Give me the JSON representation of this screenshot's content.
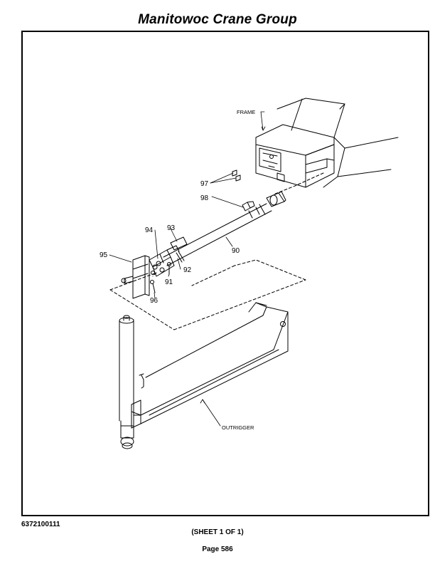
{
  "header": {
    "title": "Manitowoc Crane Group"
  },
  "drawing": {
    "callouts": {
      "frame": "FRAME",
      "outrigger": "OUTRIGGER",
      "p90": "90",
      "p91": "91",
      "p92": "92",
      "p93": "93",
      "p94": "94",
      "p95": "95",
      "p96": "96",
      "p97": "97",
      "p98": "98"
    }
  },
  "footer": {
    "doc_number": "6372100111",
    "sheet": "(SHEET 1 OF 1)",
    "page": "Page 586"
  }
}
